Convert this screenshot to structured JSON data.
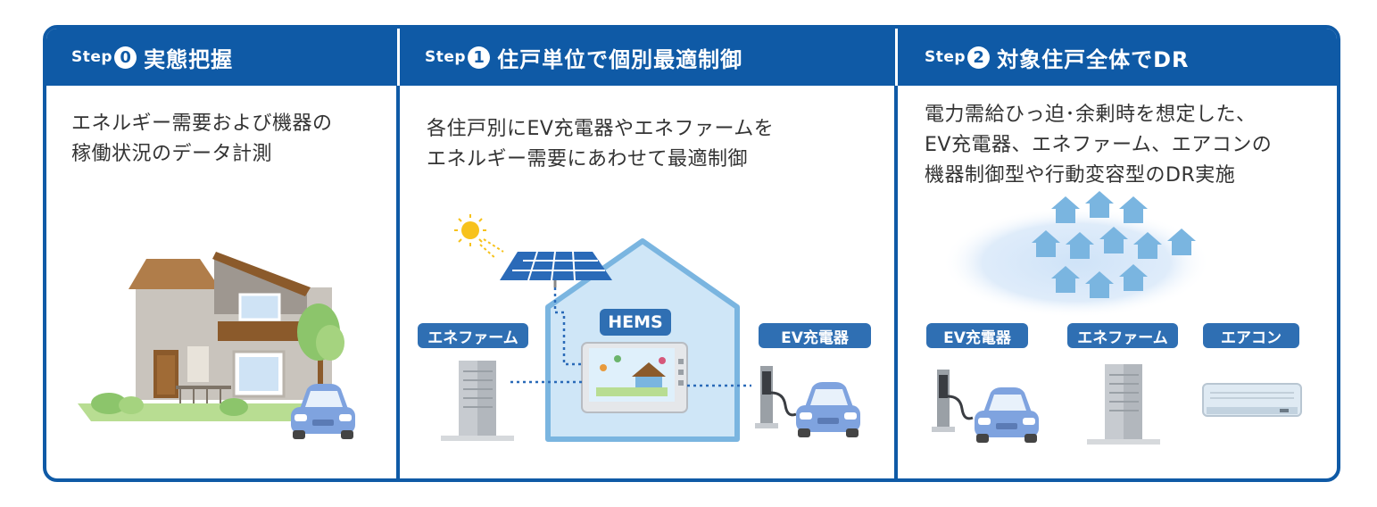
{
  "steps": [
    {
      "step_word": "Step",
      "number": "0",
      "title": "実態把握",
      "description_lines": [
        "エネルギー需要および機器の",
        "稼働状況のデータ計測"
      ]
    },
    {
      "step_word": "Step",
      "number": "1",
      "title": "住戸単位で個別最適制御",
      "description_lines": [
        "各住戸別にEV充電器やエネファームを",
        "エネルギー需要にあわせて最適制御"
      ],
      "labels": {
        "enefarm": "エネファーム",
        "hems": "HEMS",
        "ev_charger": "EV充電器"
      }
    },
    {
      "step_word": "Step",
      "number": "2",
      "title": "対象住戸全体でDR",
      "description_lines": [
        "電力需給ひっ迫･余剰時を想定した、",
        "EV充電器、エネファーム、エアコンの",
        "機器制御型や行動変容型のDR実施"
      ],
      "labels": {
        "ev_charger": "EV充電器",
        "enefarm": "エネファーム",
        "aircon": "エアコン"
      }
    }
  ],
  "colors": {
    "brand_blue": "#0f5aa6",
    "tag_blue": "#2f6fb3",
    "house_light_blue": "#cfe6f7",
    "car_blue": "#7fa3df"
  }
}
